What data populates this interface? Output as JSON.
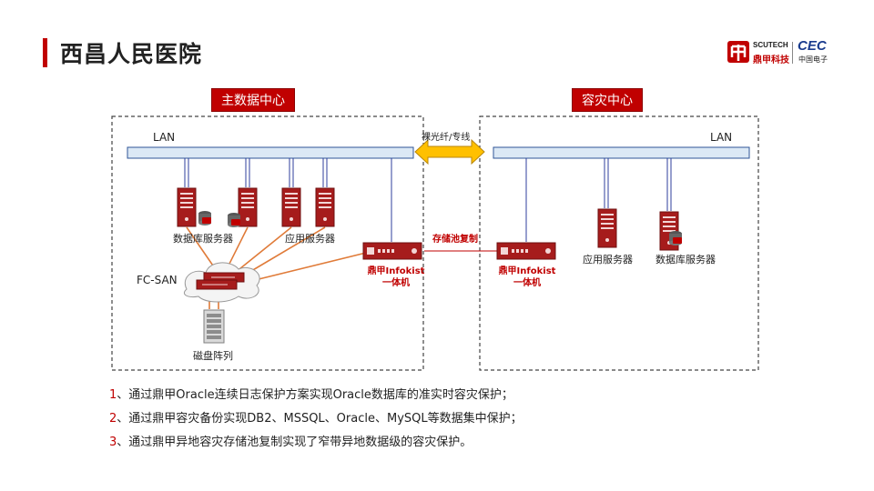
{
  "header": {
    "title": "西昌人民医院"
  },
  "logo": {
    "scutech": "SCUTECH",
    "brand": "鼎甲科技",
    "cec": "CEC",
    "cec_sub": "中国电子"
  },
  "primary_dc": {
    "label": "主数据中心",
    "lan": "LAN",
    "db_servers": "数据库服务器",
    "app_servers": "应用服务器",
    "fcsan": "FC-SAN",
    "disk_array": "磁盘阵列",
    "appliance": [
      "鼎甲Infokist",
      "一体机"
    ]
  },
  "dr_dc": {
    "label": "容灾中心",
    "lan": "LAN",
    "app_servers": "应用服务器",
    "db_servers": "数据库服务器",
    "appliance": [
      "鼎甲Infokist",
      "一体机"
    ]
  },
  "links": {
    "fiber": "裸光纤/专线",
    "pool_replication": "存储池复制"
  },
  "notes": [
    {
      "num": "1",
      "text": "、通过鼎甲Oracle连续日志保护方案实现Oracle数据库的准实时容灾保护；"
    },
    {
      "num": "2",
      "text": "、通过鼎甲容灾备份实现DB2、MSSQL、Oracle、MySQL等数据集中保护；"
    },
    {
      "num": "3",
      "text": "、通过鼎甲异地容灾存储池复制实现了窄带异地数据级的容灾保护。"
    }
  ],
  "colors": {
    "accent": "#c00000",
    "lan_bar": "#dbe8f5",
    "fiber_arrow": "#ffc000",
    "san_link": "#e07b39"
  }
}
